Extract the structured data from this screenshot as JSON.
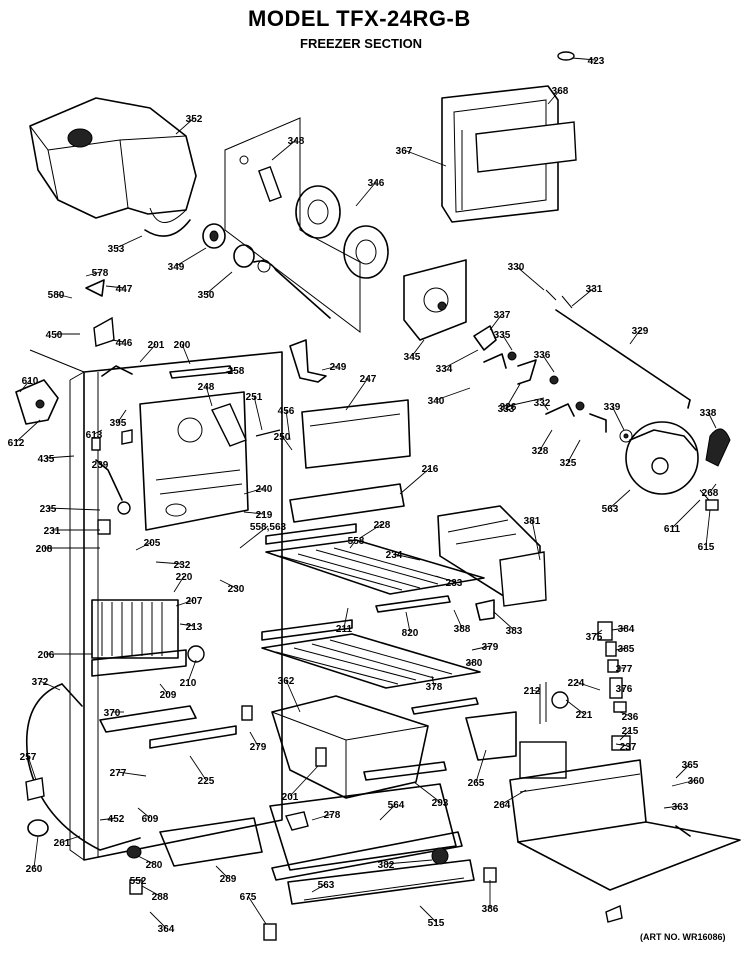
{
  "title": "MODEL TFX-24RG-B",
  "subtitle": "FREEZER SECTION",
  "art_number": "(ART NO. WR16086)",
  "callouts": [
    "423",
    "368",
    "367",
    "352",
    "348",
    "346",
    "349",
    "350",
    "353",
    "578",
    "447",
    "580",
    "450",
    "446",
    "201",
    "200",
    "249",
    "345",
    "330",
    "331",
    "329",
    "337",
    "335",
    "334",
    "340",
    "333",
    "336",
    "332",
    "326",
    "328",
    "325",
    "339",
    "338",
    "268",
    "563",
    "611",
    "615",
    "610",
    "612",
    "613",
    "395",
    "248",
    "251",
    "456",
    "250",
    "247",
    "258",
    "435",
    "239",
    "240",
    "219",
    "216",
    "235",
    "231",
    "208",
    "205",
    "558,563",
    "228",
    "558",
    "234",
    "233",
    "232",
    "220",
    "230",
    "207",
    "213",
    "206",
    "210",
    "209",
    "211",
    "820",
    "388",
    "378",
    "379",
    "380",
    "362",
    "381",
    "383",
    "375",
    "384",
    "385",
    "377",
    "376",
    "224",
    "221",
    "236",
    "215",
    "237",
    "212",
    "372",
    "370",
    "279",
    "225",
    "201",
    "293",
    "265",
    "264",
    "257",
    "277",
    "609",
    "452",
    "261",
    "260",
    "278",
    "564",
    "280",
    "552",
    "288",
    "289",
    "382",
    "563",
    "675",
    "364",
    "515",
    "386",
    "365",
    "360",
    "363"
  ]
}
